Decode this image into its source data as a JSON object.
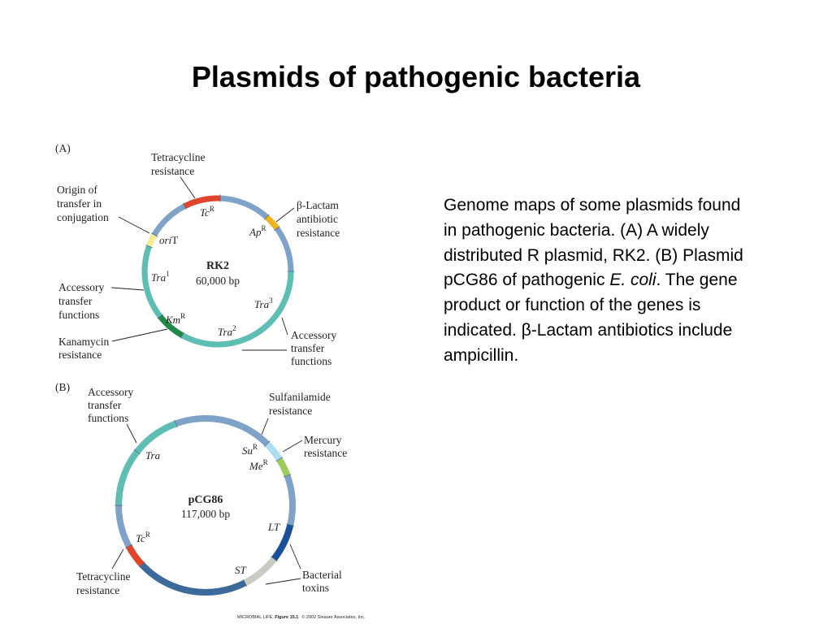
{
  "slide": {
    "title": "Plasmids of pathogenic bacteria",
    "caption_parts": [
      "Genome maps of some plasmids found in pathogenic bacteria. (A) A widely distributed R plasmid, RK2. (B) Plasmid pCG86 of pathogenic ",
      "E. coli",
      ". The gene product or function of the genes is indicated. β-Lactam antibiotics include ampicillin."
    ]
  },
  "panel_a": {
    "tag": "(A)",
    "name": "RK2",
    "size": "60,000 bp",
    "genes": {
      "tc": "Tc",
      "tc_sup": "R",
      "ap": "Ap",
      "ap_sup": "R",
      "ori_italic": "ori",
      "ori_plain": "T",
      "tra1": "Tra",
      "tra1_sup": "1",
      "tra2": "Tra",
      "tra2_sup": "2",
      "tra3": "Tra",
      "tra3_sup": "3",
      "km": "Km",
      "km_sup": "R"
    },
    "labels": {
      "tetracycline": [
        "Tetracycline",
        "resistance"
      ],
      "lactam": [
        "β-Lactam",
        "antibiotic",
        "resistance"
      ],
      "origin": [
        "Origin of",
        "transfer in",
        "conjugation"
      ],
      "accessory_left": [
        "Accessory",
        "transfer",
        "functions"
      ],
      "kanamycin": [
        "Kanamycin",
        "resistance"
      ],
      "accessory_right": [
        "Accessory",
        "transfer",
        "functions"
      ]
    }
  },
  "panel_b": {
    "tag": "(B)",
    "name": "pCG86",
    "size": "117,000 bp",
    "genes": {
      "tra": "Tra",
      "su": "Su",
      "su_sup": "R",
      "me": "Me",
      "me_sup": "R",
      "tc": "Tc",
      "tc_sup": "R",
      "lt": "LT",
      "st": "ST"
    },
    "labels": {
      "accessory": [
        "Accessory",
        "transfer",
        "functions"
      ],
      "sulfanilamide": [
        "Sulfanilamide",
        "resistance"
      ],
      "mercury": [
        "Mercury",
        "resistance"
      ],
      "tetracycline": [
        "Tetracycline",
        "resistance"
      ],
      "toxins": [
        "Bacterial",
        "toxins"
      ]
    }
  },
  "credit": {
    "book": "MICROBIAL LIFE",
    "sep": ", ",
    "figure": "Figure 15.1",
    "copyright": "© 2002 Sinauer Associates, Inc."
  },
  "colors": {
    "backbone": "#7fa3c8",
    "transfer": "#5dbfb4",
    "tetracycline": "#e0452b",
    "lactam": "#f2b21a",
    "ori": "#f6ee8f",
    "kanamycin": "#1e8a45",
    "sulfanilamide": "#a9dff0",
    "mercury": "#9ccd5b",
    "lt_toxin": "#1a4f9c",
    "st_toxin": "#c9ccc2",
    "dark_arc": "#3c6a9a"
  }
}
